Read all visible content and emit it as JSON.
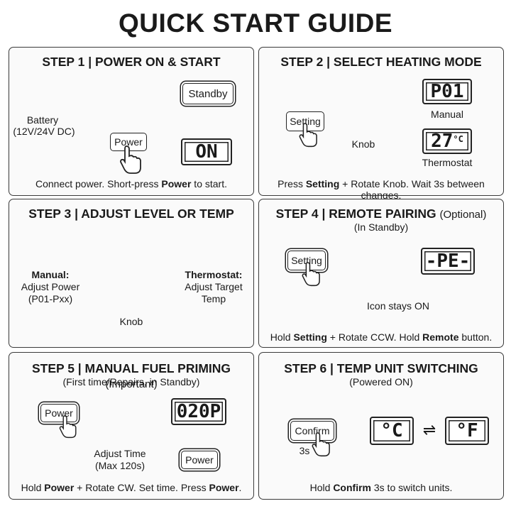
{
  "title": "QUICK START GUIDE",
  "step1": {
    "title": "STEP 1 | POWER ON & START",
    "battery_label": "Battery",
    "battery_spec": "(12V/24V DC)",
    "standby_label": "Standby",
    "power_label": "Power",
    "display": "ON",
    "caption_pre": "Connect power. Short-press ",
    "caption_bold": "Power",
    "caption_post": " to start."
  },
  "step2": {
    "title": "STEP 2 | SELECT HEATING MODE",
    "setting_label": "Setting",
    "plus": "+",
    "knob_label": "Knob",
    "display_manual": "P01",
    "manual_label": "Manual",
    "display_thermo": "27",
    "display_thermo_unit": "°C",
    "thermo_label": "Thermostat",
    "caption_pre": "Press ",
    "caption_bold": "Setting",
    "caption_post": " + Rotate Knob. Wait 3s between changes."
  },
  "step3": {
    "title": "STEP 3 | ADJUST LEVEL OR TEMP",
    "manual_head": "Manual:",
    "manual_line1": "Adjust Power",
    "manual_line2": "(P01-Pxx)",
    "thermo_head": "Thermostat:",
    "thermo_line1": "Adjust Target",
    "thermo_line2": "Temp",
    "knob_label": "Knob"
  },
  "step4": {
    "title": "STEP 4 | REMOTE PAIRING",
    "title_note": "(Optional)",
    "subtitle": "(In Standby)",
    "setting_label": "Setting",
    "plus": "+",
    "display": "-PE-",
    "icon_label": "Icon stays ON",
    "caption_pre": "Hold ",
    "caption_bold1": "Setting",
    "caption_mid": " + Rotate CCW. Hold ",
    "caption_bold2": "Remote",
    "caption_post": " button."
  },
  "step5": {
    "title": "STEP 5 | MANUAL FUEL PRIMING",
    "title_note": "(Important)",
    "subtitle": "(First time/Repairs, in Standby)",
    "power_label": "Power",
    "plus": "+",
    "display": "020P",
    "adjust_line1": "Adjust Time",
    "adjust_line2": "(Max 120s)",
    "power_label2": "Power",
    "caption_pre": "Hold ",
    "caption_bold1": "Power",
    "caption_mid": " + Rotate CW. Set time. Press ",
    "caption_bold2": "Power",
    "caption_post": "."
  },
  "step6": {
    "title": "STEP 6 | TEMP UNIT SWITCHING",
    "subtitle": "(Powered ON)",
    "confirm_label": "Confirm",
    "hold_time": "3s",
    "display_c": "°C",
    "swap": "⇌",
    "display_f": "°F",
    "caption_pre": "Hold ",
    "caption_bold": "Confirm",
    "caption_post": " 3s to switch units."
  }
}
